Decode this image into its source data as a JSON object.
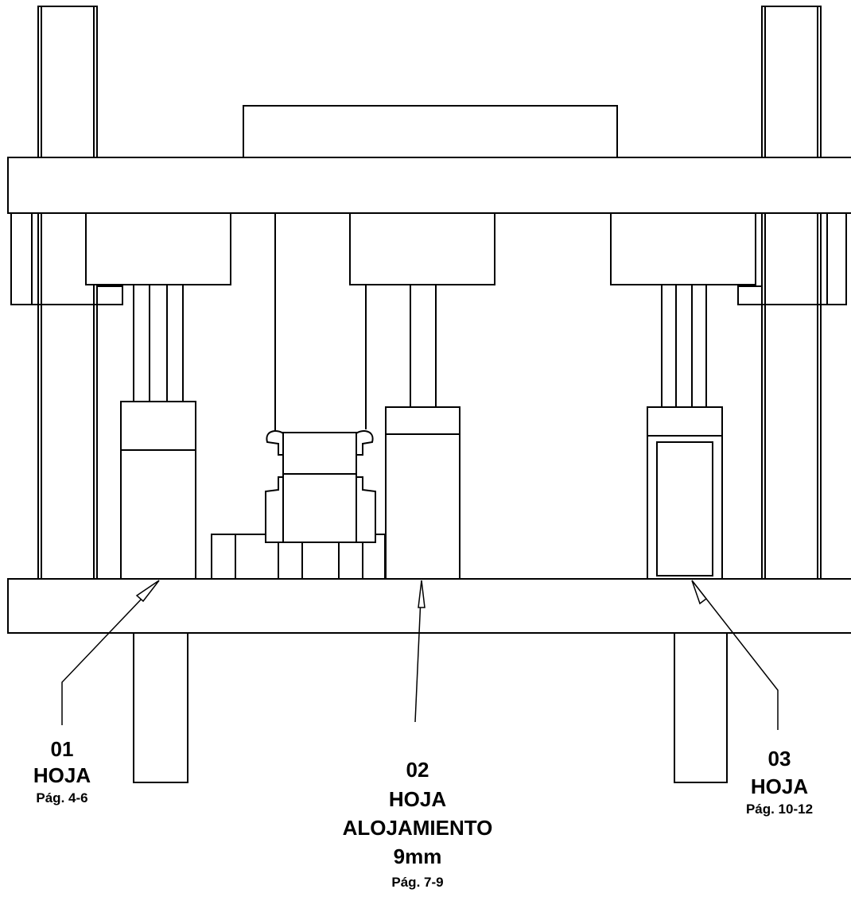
{
  "callouts": [
    {
      "id": "01",
      "word": "HOJA",
      "pages": "Pág. 4-6"
    },
    {
      "id": "02",
      "word": "HOJA",
      "extra1": "ALOJAMIENTO",
      "extra2": "9mm",
      "pages": "Pág. 7-9"
    },
    {
      "id": "03",
      "word": "HOJA",
      "pages": "Pág. 10-12"
    }
  ]
}
